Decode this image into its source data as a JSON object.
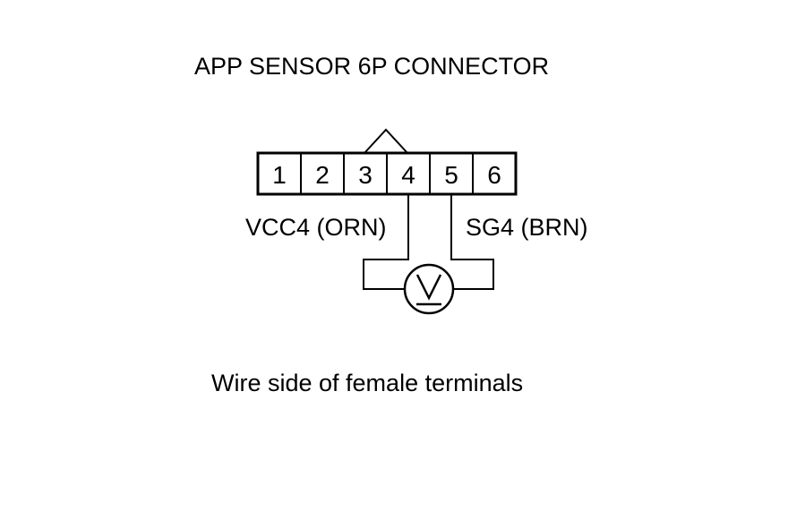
{
  "title": "APP SENSOR 6P CONNECTOR",
  "connector": {
    "pins": [
      "1",
      "2",
      "3",
      "4",
      "5",
      "6"
    ]
  },
  "wires": {
    "left_label": "VCC4 (ORN)",
    "right_label": "SG4 (BRN)"
  },
  "meter": {
    "symbol": "V",
    "icon": "voltmeter-icon"
  },
  "caption": "Wire side of female terminals"
}
